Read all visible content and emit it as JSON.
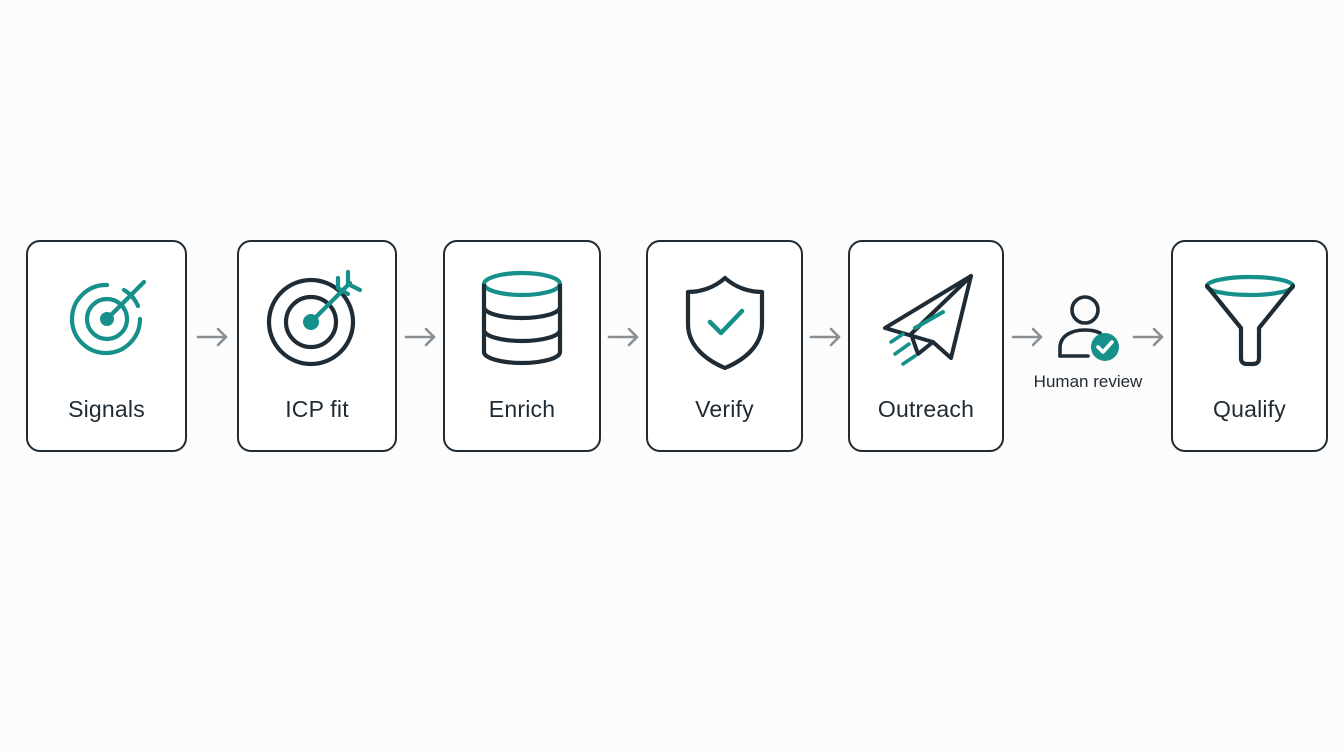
{
  "steps": [
    {
      "label": "Signals",
      "icon": "radar-target-icon"
    },
    {
      "label": "ICP fit",
      "icon": "target-arrow-icon"
    },
    {
      "label": "Enrich",
      "icon": "database-icon"
    },
    {
      "label": "Verify",
      "icon": "shield-check-icon"
    },
    {
      "label": "Outreach",
      "icon": "paper-plane-icon"
    },
    {
      "label": "Qualify",
      "icon": "funnel-icon"
    }
  ],
  "review": {
    "label": "Human review",
    "icon": "user-check-icon"
  },
  "colors": {
    "accent": "#16908a",
    "stroke": "#1f2b35",
    "arrow": "#8a8f94",
    "background": "#fcfcfc"
  }
}
